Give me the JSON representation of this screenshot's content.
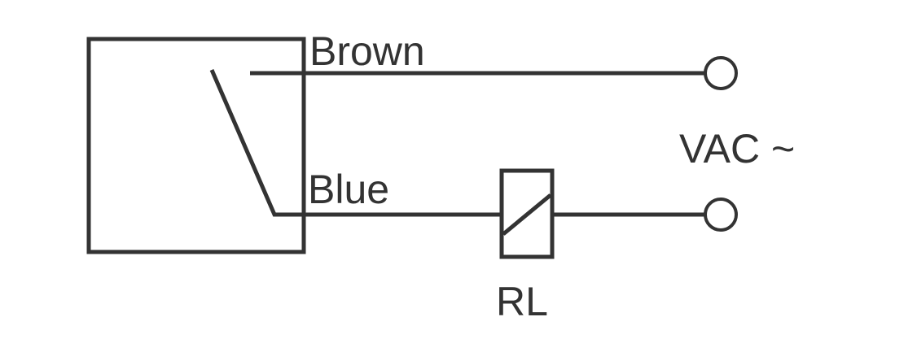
{
  "diagram": {
    "labels": {
      "brown": "Brown",
      "blue": "Blue",
      "supply": "VAC ~",
      "relay": "RL"
    },
    "colors": {
      "line": "#333333",
      "background": "#ffffff"
    }
  }
}
